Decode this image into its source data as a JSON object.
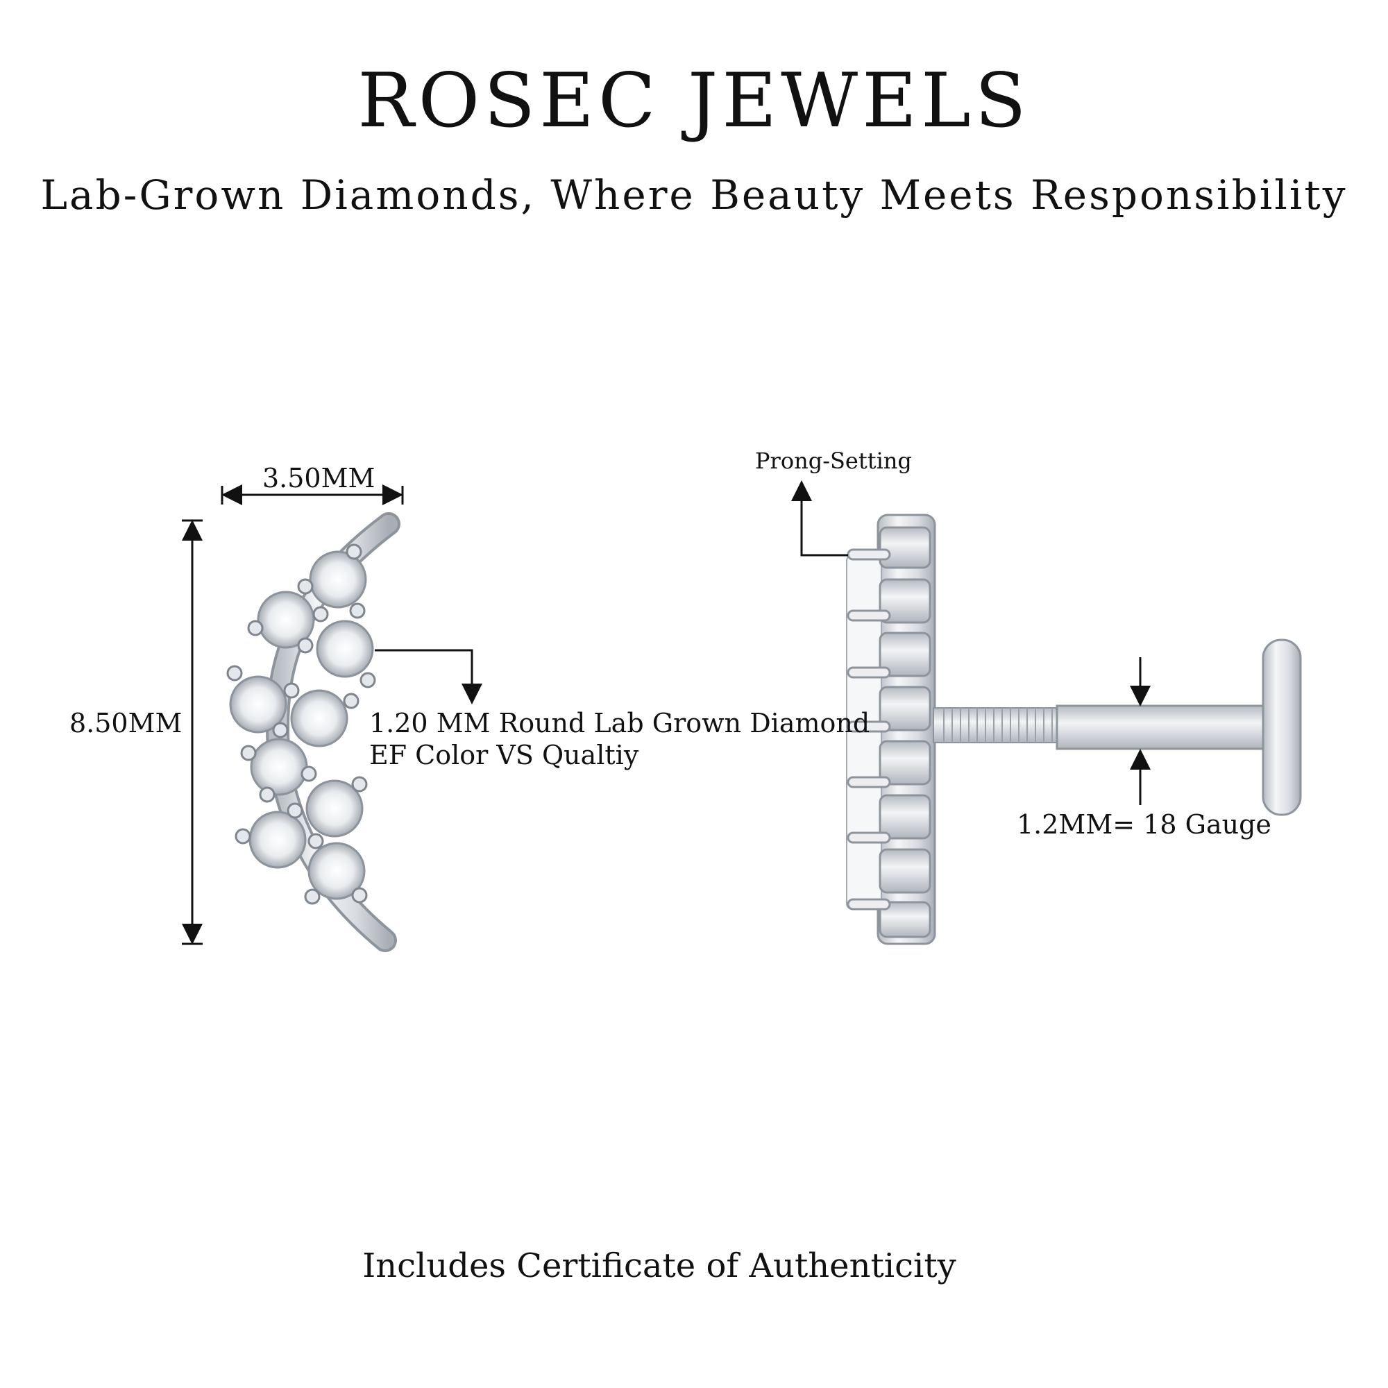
{
  "header": {
    "brand": "ROSEC JEWELS",
    "tagline": "Lab-Grown Diamonds, Where Beauty Meets Responsibility"
  },
  "front_view": {
    "width_label": "3.50MM",
    "height_label": "8.50MM",
    "stone_line1": "1.20 MM Round Lab Grown Diamond",
    "stone_line2": "EF Color VS Qualtiy"
  },
  "side_view": {
    "setting_label": "Prong-Setting",
    "gauge_label": "1.2MM= 18 Gauge"
  },
  "footer": {
    "certificate": "Includes Certificate of Authenticity"
  },
  "colors": {
    "metal": "#e6e8ec",
    "metal_dark": "#9aa0a8",
    "ink": "#111111"
  }
}
